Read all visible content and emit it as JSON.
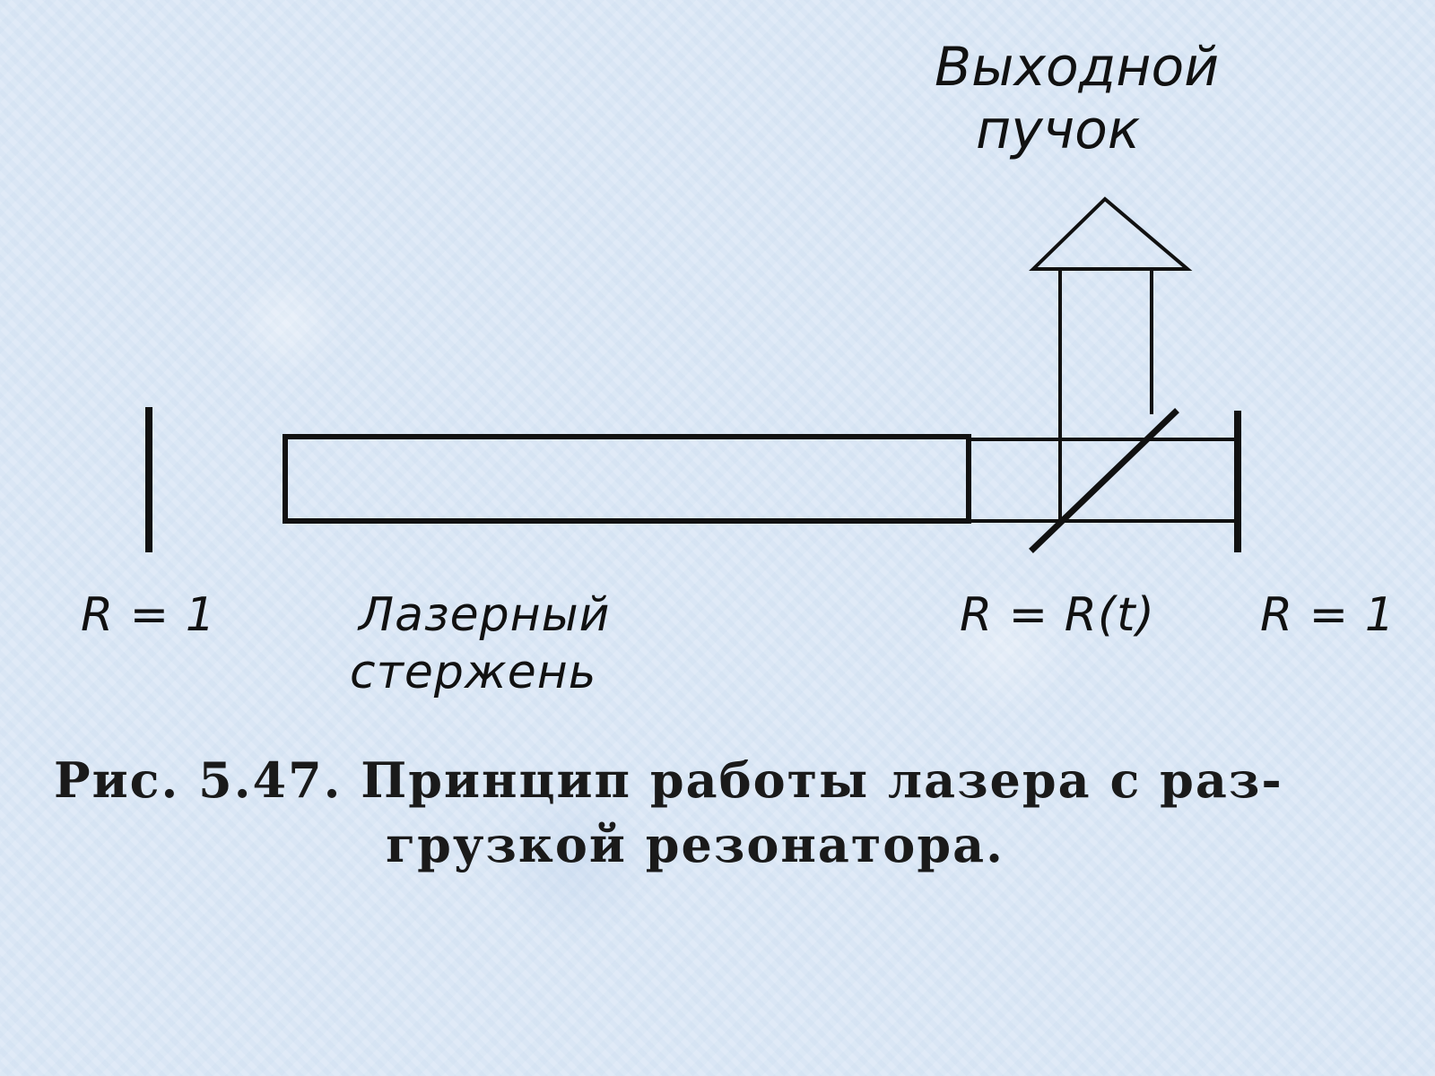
{
  "diagram": {
    "label_output_beam_line1": "Выходной",
    "label_output_beam_line2": "пучок",
    "label_left_mirror": "R = 1",
    "label_rod_line1": "Лазерный",
    "label_rod_line2": "стержень",
    "label_modulator": "R = R(t)",
    "label_right_mirror": "R = 1"
  },
  "caption": {
    "line1": "Рис. 5.47. Принцип работы лазера с раз-",
    "line2": "грузкой резонатора."
  }
}
